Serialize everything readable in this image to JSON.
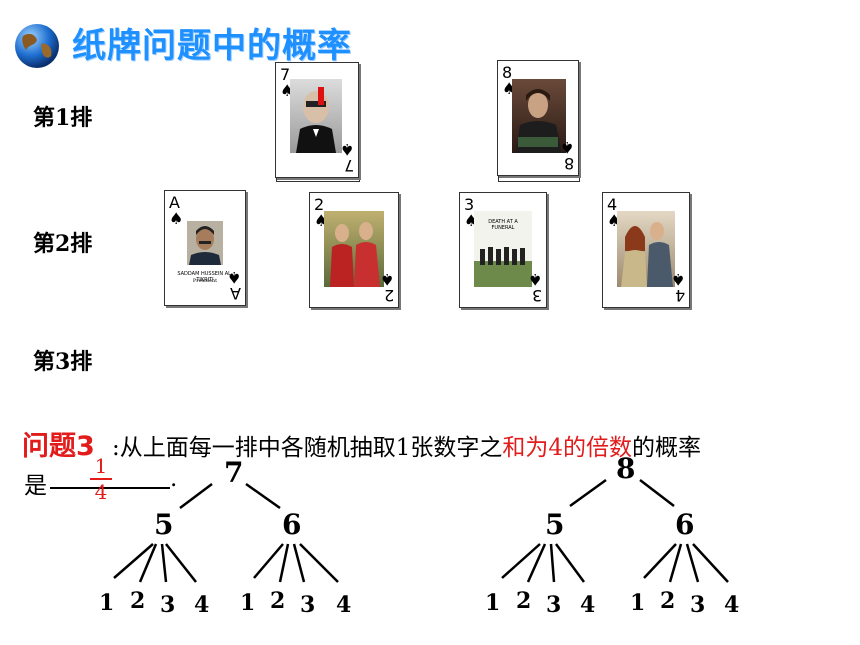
{
  "title": "纸牌问题中的概率",
  "rows": [
    "第1排",
    "第2排",
    "第3排"
  ],
  "cards_row1": [
    {
      "rank": "7",
      "suit": "♠"
    },
    {
      "rank": "8",
      "suit": "♠"
    }
  ],
  "cards_row2": [
    {
      "rank": "A",
      "suit": "♠",
      "caption": "SADDAM HUSSEIN AL-TIKRITI",
      "sub": "President"
    },
    {
      "rank": "2",
      "suit": "♠"
    },
    {
      "rank": "3",
      "suit": "♠",
      "caption": "DEATH AT A FUNERAL"
    },
    {
      "rank": "4",
      "suit": "♠"
    }
  ],
  "question": {
    "label": "问题3",
    "text_a": ":从上面每一排中各随机抽取1张数字之",
    "text_red": "和为4的倍数",
    "text_b": "的概率",
    "line2": "是",
    "period": ".",
    "answer_num": "1",
    "answer_den": "4"
  },
  "tree_left": {
    "root": "7",
    "children": [
      "5",
      "6"
    ],
    "leaves": [
      [
        "1",
        "2",
        "3",
        "4"
      ],
      [
        "1",
        "2",
        "3",
        "4"
      ]
    ]
  },
  "tree_right": {
    "root": "8",
    "children": [
      "5",
      "6"
    ],
    "leaves": [
      [
        "1",
        "2",
        "3",
        "4"
      ],
      [
        "1",
        "2",
        "3",
        "4"
      ]
    ]
  },
  "colors": {
    "title": "#1e90ff",
    "red": "#e21b1b"
  }
}
